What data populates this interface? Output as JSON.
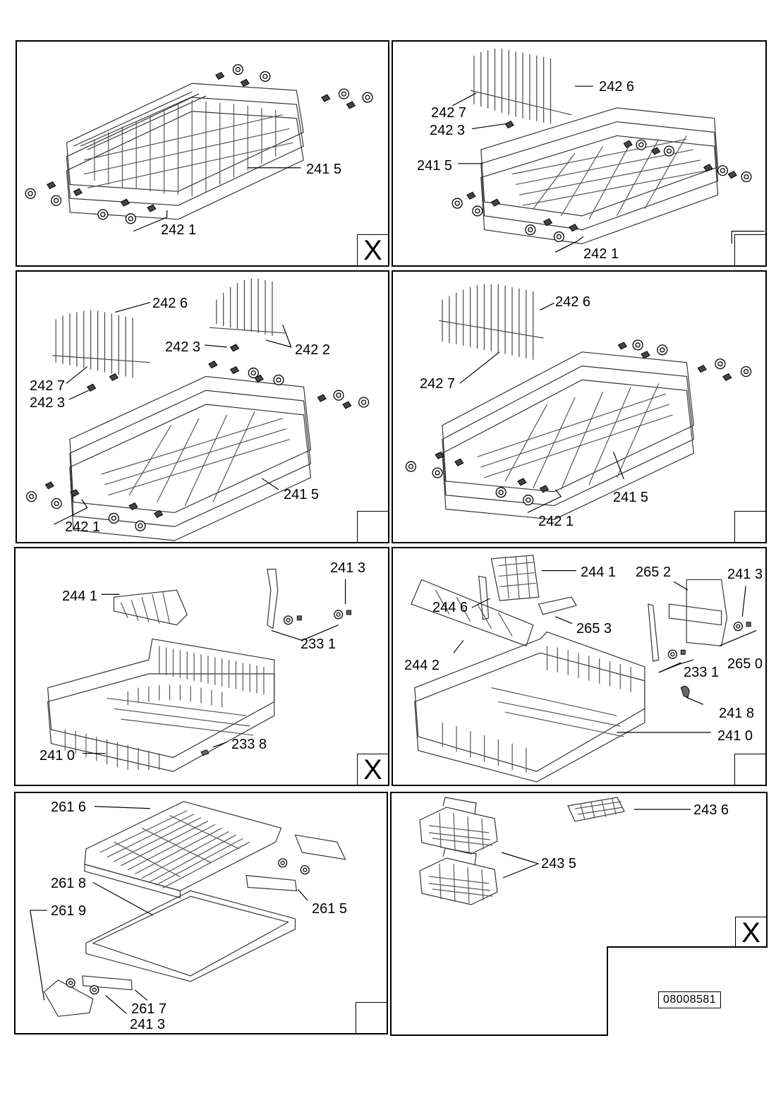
{
  "panels": [
    {
      "id": "p1",
      "corner_mark": "X",
      "labels": [
        "241 5",
        "242 1"
      ]
    },
    {
      "id": "p2",
      "corner_mark": "",
      "labels": [
        "242 6",
        "242 7",
        "242 3",
        "241 5",
        "242 1"
      ]
    },
    {
      "id": "p3",
      "corner_mark": "",
      "labels": [
        "242 6",
        "242 3",
        "242 2",
        "242 7",
        "242 3",
        "241 5",
        "242 1"
      ]
    },
    {
      "id": "p4",
      "corner_mark": "",
      "labels": [
        "242 6",
        "242 7",
        "241 5",
        "242 1"
      ]
    },
    {
      "id": "p5",
      "corner_mark": "X",
      "labels": [
        "241 3",
        "244 1",
        "233 1",
        "233 8",
        "241 0"
      ]
    },
    {
      "id": "p6",
      "corner_mark": "",
      "labels": [
        "244 1",
        "265 2",
        "241 3",
        "244 6",
        "265 3",
        "244 2",
        "233 1",
        "265 0",
        "241 8",
        "241 0"
      ]
    },
    {
      "id": "p7",
      "corner_mark": "",
      "labels": [
        "261 6",
        "261 8",
        "261 9",
        "261 5",
        "261 7",
        "241 3"
      ]
    },
    {
      "id": "p8",
      "corner_mark": "X",
      "labels": [
        "243 6",
        "243 5"
      ]
    }
  ],
  "document_number": "08008581"
}
